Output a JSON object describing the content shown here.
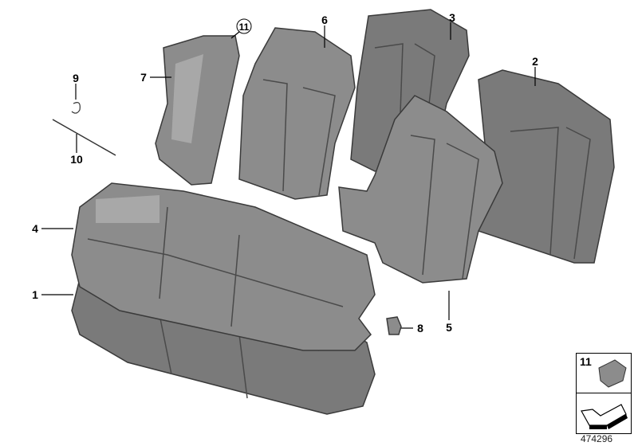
{
  "diagram": {
    "callouts": [
      {
        "id": "11",
        "circled": true
      },
      {
        "id": "6"
      },
      {
        "id": "3"
      },
      {
        "id": "2"
      },
      {
        "id": "9"
      },
      {
        "id": "7"
      },
      {
        "id": "10"
      },
      {
        "id": "4"
      },
      {
        "id": "1"
      },
      {
        "id": "5"
      },
      {
        "id": "8"
      }
    ],
    "legend": {
      "part_number": "11"
    },
    "diagram_id": "474296",
    "colors": {
      "part_fill": "#8c8c8c",
      "outline": "#3a3a3a"
    }
  }
}
